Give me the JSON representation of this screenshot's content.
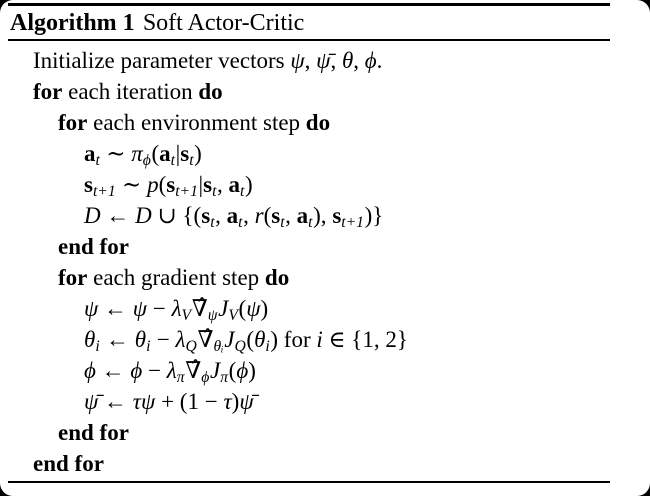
{
  "colors": {
    "background": "#000000",
    "paper": "#ffffff",
    "text": "#000000",
    "rule": "#000000"
  },
  "algorithm": {
    "label": "Algorithm 1",
    "title": "Soft Actor-Critic",
    "lines": [
      {
        "indent": 0,
        "segments": [
          {
            "t": "Initialize parameter vectors ",
            "s": "r"
          },
          {
            "t": "ψ",
            "s": "i"
          },
          {
            "t": ", ",
            "s": "r"
          },
          {
            "t": "ψ̄",
            "s": "i"
          },
          {
            "t": ", ",
            "s": "r"
          },
          {
            "t": "θ",
            "s": "i"
          },
          {
            "t": ", ",
            "s": "r"
          },
          {
            "t": "ϕ",
            "s": "i"
          },
          {
            "t": ".",
            "s": "r"
          }
        ]
      },
      {
        "indent": 0,
        "segments": [
          {
            "t": "for",
            "s": "b"
          },
          {
            "t": " each iteration ",
            "s": "r"
          },
          {
            "t": "do",
            "s": "b"
          }
        ]
      },
      {
        "indent": 1,
        "segments": [
          {
            "t": "for",
            "s": "b"
          },
          {
            "t": " each environment step ",
            "s": "r"
          },
          {
            "t": "do",
            "s": "b"
          }
        ]
      },
      {
        "indent": 2,
        "segments": [
          {
            "t": "a",
            "s": "bm"
          },
          {
            "t": "t",
            "s": "sub"
          },
          {
            "t": " ∼ ",
            "s": "r"
          },
          {
            "t": "π",
            "s": "i"
          },
          {
            "t": "ϕ",
            "s": "sub"
          },
          {
            "t": "(",
            "s": "r"
          },
          {
            "t": "a",
            "s": "bm"
          },
          {
            "t": "t",
            "s": "sub"
          },
          {
            "t": "|",
            "s": "r"
          },
          {
            "t": "s",
            "s": "bm"
          },
          {
            "t": "t",
            "s": "sub"
          },
          {
            "t": ")",
            "s": "r"
          }
        ]
      },
      {
        "indent": 2,
        "segments": [
          {
            "t": "s",
            "s": "bm"
          },
          {
            "t": "t+1",
            "s": "sub"
          },
          {
            "t": " ∼ ",
            "s": "r"
          },
          {
            "t": "p",
            "s": "i"
          },
          {
            "t": "(",
            "s": "r"
          },
          {
            "t": "s",
            "s": "bm"
          },
          {
            "t": "t+1",
            "s": "sub"
          },
          {
            "t": "|",
            "s": "r"
          },
          {
            "t": "s",
            "s": "bm"
          },
          {
            "t": "t",
            "s": "sub"
          },
          {
            "t": ", ",
            "s": "r"
          },
          {
            "t": "a",
            "s": "bm"
          },
          {
            "t": "t",
            "s": "sub"
          },
          {
            "t": ")",
            "s": "r"
          }
        ]
      },
      {
        "indent": 2,
        "segments": [
          {
            "t": "D",
            "s": "cal"
          },
          {
            "t": " ← ",
            "s": "r"
          },
          {
            "t": "D",
            "s": "cal"
          },
          {
            "t": " ∪ {(",
            "s": "r"
          },
          {
            "t": "s",
            "s": "bm"
          },
          {
            "t": "t",
            "s": "sub"
          },
          {
            "t": ", ",
            "s": "r"
          },
          {
            "t": "a",
            "s": "bm"
          },
          {
            "t": "t",
            "s": "sub"
          },
          {
            "t": ", ",
            "s": "r"
          },
          {
            "t": "r",
            "s": "i"
          },
          {
            "t": "(",
            "s": "r"
          },
          {
            "t": "s",
            "s": "bm"
          },
          {
            "t": "t",
            "s": "sub"
          },
          {
            "t": ", ",
            "s": "r"
          },
          {
            "t": "a",
            "s": "bm"
          },
          {
            "t": "t",
            "s": "sub"
          },
          {
            "t": "), ",
            "s": "r"
          },
          {
            "t": "s",
            "s": "bm"
          },
          {
            "t": "t+1",
            "s": "sub"
          },
          {
            "t": ")}",
            "s": "r"
          }
        ]
      },
      {
        "indent": 1,
        "segments": [
          {
            "t": "end for",
            "s": "b"
          }
        ]
      },
      {
        "indent": 1,
        "segments": [
          {
            "t": "for",
            "s": "b"
          },
          {
            "t": " each gradient step ",
            "s": "r"
          },
          {
            "t": "do",
            "s": "b"
          }
        ]
      },
      {
        "indent": 2,
        "segments": [
          {
            "t": "ψ",
            "s": "i"
          },
          {
            "t": " ← ",
            "s": "r"
          },
          {
            "t": "ψ",
            "s": "i"
          },
          {
            "t": " − ",
            "s": "r"
          },
          {
            "t": "λ",
            "s": "i"
          },
          {
            "t": "V",
            "s": "sub"
          },
          {
            "t": "∇̂",
            "s": "r"
          },
          {
            "t": "ψ",
            "s": "sub"
          },
          {
            "t": "J",
            "s": "i"
          },
          {
            "t": "V",
            "s": "sub"
          },
          {
            "t": "(",
            "s": "r"
          },
          {
            "t": "ψ",
            "s": "i"
          },
          {
            "t": ")",
            "s": "r"
          }
        ]
      },
      {
        "indent": 2,
        "segments": [
          {
            "t": "θ",
            "s": "i"
          },
          {
            "t": "i",
            "s": "sub"
          },
          {
            "t": " ← ",
            "s": "r"
          },
          {
            "t": "θ",
            "s": "i"
          },
          {
            "t": "i",
            "s": "sub"
          },
          {
            "t": " − ",
            "s": "r"
          },
          {
            "t": "λ",
            "s": "i"
          },
          {
            "t": "Q",
            "s": "sub"
          },
          {
            "t": "∇̂",
            "s": "r"
          },
          {
            "t": "θᵢ",
            "s": "sub"
          },
          {
            "t": "J",
            "s": "i"
          },
          {
            "t": "Q",
            "s": "sub"
          },
          {
            "t": "(",
            "s": "r"
          },
          {
            "t": "θ",
            "s": "i"
          },
          {
            "t": "i",
            "s": "sub"
          },
          {
            "t": ") for ",
            "s": "r"
          },
          {
            "t": "i",
            "s": "i"
          },
          {
            "t": " ∈ {1, 2}",
            "s": "r"
          }
        ]
      },
      {
        "indent": 2,
        "segments": [
          {
            "t": "ϕ",
            "s": "i"
          },
          {
            "t": " ← ",
            "s": "r"
          },
          {
            "t": "ϕ",
            "s": "i"
          },
          {
            "t": " − ",
            "s": "r"
          },
          {
            "t": "λ",
            "s": "i"
          },
          {
            "t": "π",
            "s": "sub"
          },
          {
            "t": "∇̂",
            "s": "r"
          },
          {
            "t": "ϕ",
            "s": "sub"
          },
          {
            "t": "J",
            "s": "i"
          },
          {
            "t": "π",
            "s": "sub"
          },
          {
            "t": "(",
            "s": "r"
          },
          {
            "t": "ϕ",
            "s": "i"
          },
          {
            "t": ")",
            "s": "r"
          }
        ]
      },
      {
        "indent": 2,
        "segments": [
          {
            "t": "ψ̄",
            "s": "i"
          },
          {
            "t": " ← ",
            "s": "r"
          },
          {
            "t": "τψ",
            "s": "i"
          },
          {
            "t": " + (1 − ",
            "s": "r"
          },
          {
            "t": "τ",
            "s": "i"
          },
          {
            "t": ")",
            "s": "r"
          },
          {
            "t": "ψ̄",
            "s": "i"
          }
        ]
      },
      {
        "indent": 1,
        "segments": [
          {
            "t": "end for",
            "s": "b"
          }
        ]
      },
      {
        "indent": 0,
        "segments": [
          {
            "t": "end for",
            "s": "b"
          }
        ]
      }
    ]
  }
}
